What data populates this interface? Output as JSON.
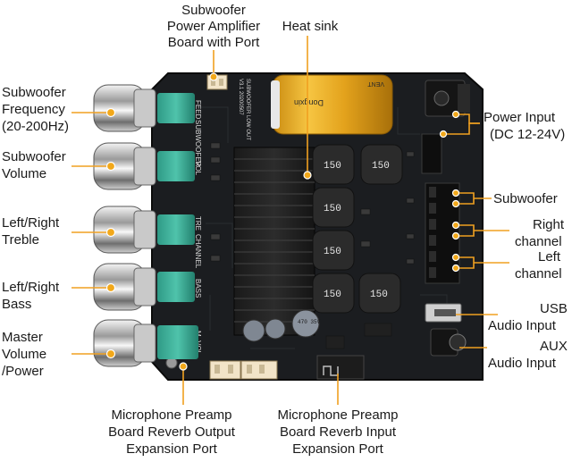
{
  "labels": {
    "subwoofer_amp": [
      "Subwoofer",
      "Power Amplifier",
      "Board with Port"
    ],
    "heat_sink": [
      "Heat sink"
    ],
    "sub_frequency": [
      "Subwoofer",
      "Frequency",
      "(20-200Hz)"
    ],
    "sub_volume": [
      "Subwoofer",
      "Volume"
    ],
    "treble": [
      "Left/Right",
      "Treble"
    ],
    "bass": [
      "Left/Right",
      "Bass"
    ],
    "master": [
      "Master",
      "Volume",
      "/Power"
    ],
    "power_input": [
      "Power Input",
      "(DC 12-24V)"
    ],
    "subwoofer_out": [
      "Subwoofer"
    ],
    "right_channel": [
      "Right",
      "channel"
    ],
    "left_channel": [
      "Left",
      "channel"
    ],
    "usb": [
      "USB",
      "Audio Input"
    ],
    "aux": [
      "AUX",
      "Audio Input"
    ],
    "reverb_out": [
      "Microphone Preamp",
      "Board Reverb Output",
      "Expansion Port"
    ],
    "reverb_in": [
      "Microphone Preamp",
      "Board Reverb Input",
      "Expansion Port"
    ]
  },
  "silkscreen": {
    "feed": "FEED",
    "subwoofer": "SUBWOOFER",
    "vol": "VOL",
    "tre": "TRE",
    "channel": "CHANNEL",
    "bass": "BASS",
    "m_vol": "M_VOL",
    "version": "V3.1 20200507",
    "board_id": "SUBWOOFER LOW OUT",
    "inductor": "150",
    "cap_brand": "Dongxin",
    "cap_vent": "VENT",
    "small_cap": "470 35V"
  }
}
